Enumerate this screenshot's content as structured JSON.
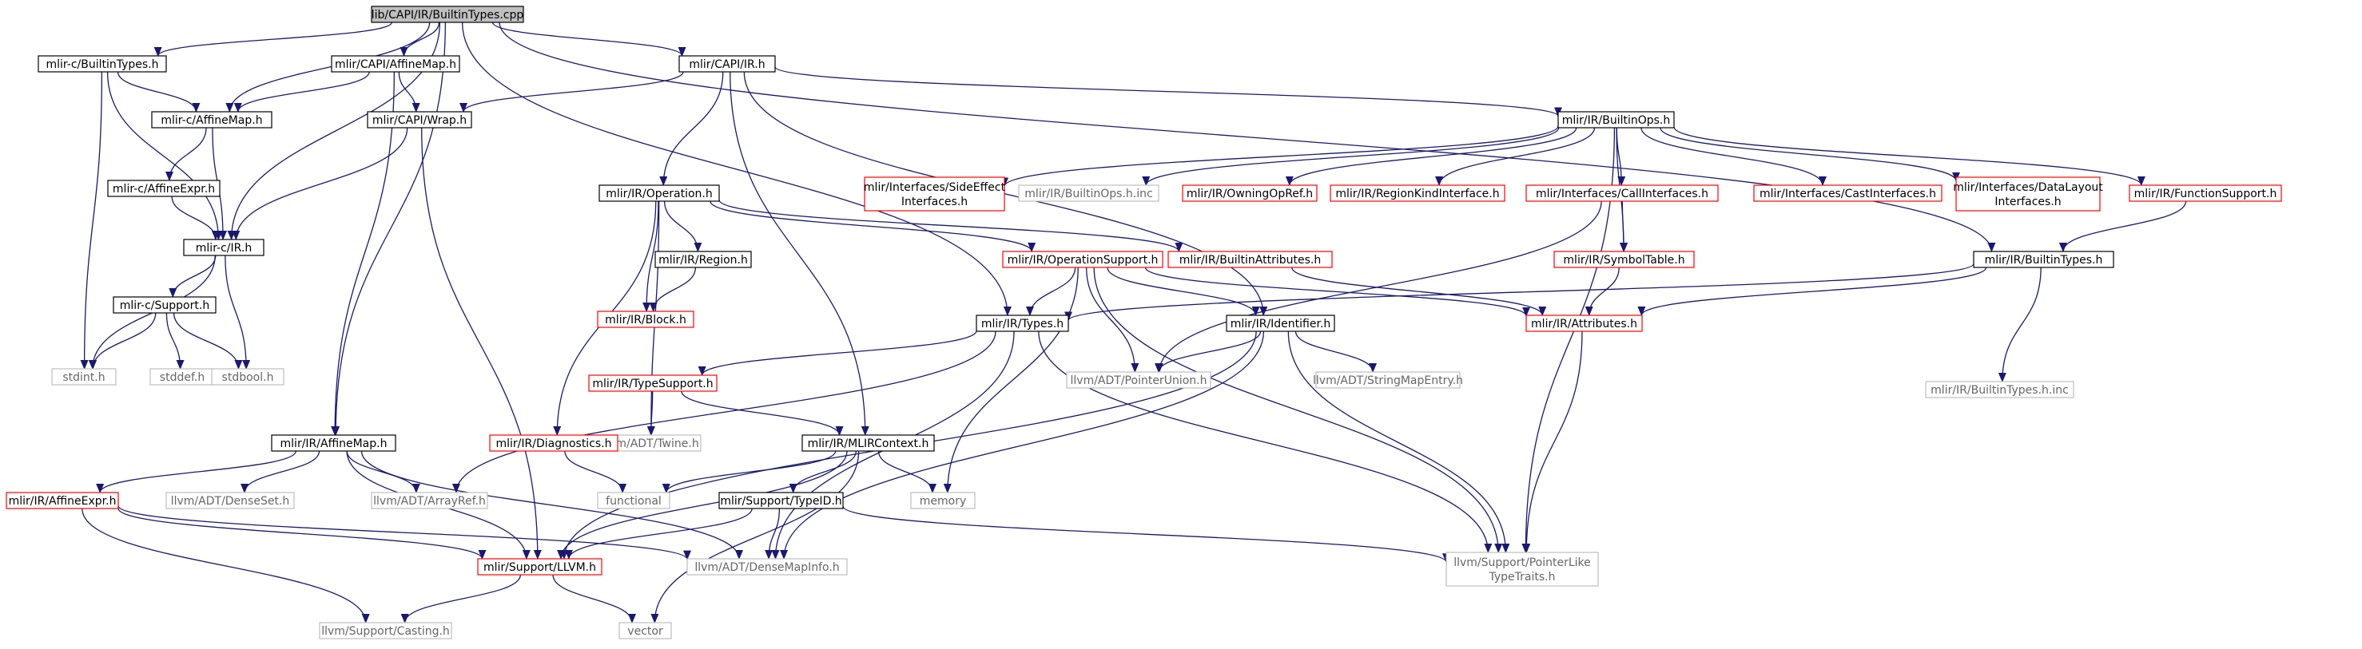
{
  "nodes": [
    {
      "id": "root",
      "lines": [
        "lib/CAPI/IR/BuiltinTypes.cpp"
      ],
      "kind": "root"
    },
    {
      "id": "c_builtintypes",
      "lines": [
        "mlir-c/BuiltinTypes.h"
      ],
      "kind": "normal"
    },
    {
      "id": "capi_affinemap",
      "lines": [
        "mlir/CAPI/AffineMap.h"
      ],
      "kind": "normal"
    },
    {
      "id": "capi_ir",
      "lines": [
        "mlir/CAPI/IR.h"
      ],
      "kind": "normal"
    },
    {
      "id": "c_affinemap",
      "lines": [
        "mlir-c/AffineMap.h"
      ],
      "kind": "normal"
    },
    {
      "id": "capi_wrap",
      "lines": [
        "mlir/CAPI/Wrap.h"
      ],
      "kind": "normal"
    },
    {
      "id": "c_affineexpr",
      "lines": [
        "mlir-c/AffineExpr.h"
      ],
      "kind": "normal"
    },
    {
      "id": "c_ir",
      "lines": [
        "mlir-c/IR.h"
      ],
      "kind": "normal"
    },
    {
      "id": "c_support",
      "lines": [
        "mlir-c/Support.h"
      ],
      "kind": "normal"
    },
    {
      "id": "stdint",
      "lines": [
        "stdint.h"
      ],
      "kind": "external"
    },
    {
      "id": "stddef",
      "lines": [
        "stddef.h"
      ],
      "kind": "external"
    },
    {
      "id": "stdbool",
      "lines": [
        "stdbool.h"
      ],
      "kind": "external"
    },
    {
      "id": "builtinops",
      "lines": [
        "mlir/IR/BuiltinOps.h"
      ],
      "kind": "normal"
    },
    {
      "id": "sideeffect",
      "lines": [
        "mlir/Interfaces/SideEffect",
        "Interfaces.h"
      ],
      "kind": "truncated"
    },
    {
      "id": "builtinops_inc",
      "lines": [
        "mlir/IR/BuiltinOps.h.inc"
      ],
      "kind": "external"
    },
    {
      "id": "owningopref",
      "lines": [
        "mlir/IR/OwningOpRef.h"
      ],
      "kind": "truncated"
    },
    {
      "id": "regionkind",
      "lines": [
        "mlir/IR/RegionKindInterface.h"
      ],
      "kind": "truncated"
    },
    {
      "id": "callinterfaces",
      "lines": [
        "mlir/Interfaces/CallInterfaces.h"
      ],
      "kind": "truncated"
    },
    {
      "id": "castinterfaces",
      "lines": [
        "mlir/Interfaces/CastInterfaces.h"
      ],
      "kind": "truncated"
    },
    {
      "id": "datalayout",
      "lines": [
        "mlir/Interfaces/DataLayout",
        "Interfaces.h"
      ],
      "kind": "truncated"
    },
    {
      "id": "functionsupport",
      "lines": [
        "mlir/IR/FunctionSupport.h"
      ],
      "kind": "truncated"
    },
    {
      "id": "operation",
      "lines": [
        "mlir/IR/Operation.h"
      ],
      "kind": "normal"
    },
    {
      "id": "region",
      "lines": [
        "mlir/IR/Region.h"
      ],
      "kind": "normal"
    },
    {
      "id": "block",
      "lines": [
        "mlir/IR/Block.h"
      ],
      "kind": "truncated"
    },
    {
      "id": "opsupport",
      "lines": [
        "mlir/IR/OperationSupport.h"
      ],
      "kind": "truncated"
    },
    {
      "id": "builtinattrs",
      "lines": [
        "mlir/IR/BuiltinAttributes.h"
      ],
      "kind": "truncated"
    },
    {
      "id": "symboltable",
      "lines": [
        "mlir/IR/SymbolTable.h"
      ],
      "kind": "truncated"
    },
    {
      "id": "builtintypes",
      "lines": [
        "mlir/IR/BuiltinTypes.h"
      ],
      "kind": "normal"
    },
    {
      "id": "types",
      "lines": [
        "mlir/IR/Types.h"
      ],
      "kind": "normal"
    },
    {
      "id": "identifier",
      "lines": [
        "mlir/IR/Identifier.h"
      ],
      "kind": "normal"
    },
    {
      "id": "attributes",
      "lines": [
        "mlir/IR/Attributes.h"
      ],
      "kind": "truncated"
    },
    {
      "id": "builtintypes_inc",
      "lines": [
        "mlir/IR/BuiltinTypes.h.inc"
      ],
      "kind": "external"
    },
    {
      "id": "pointerunion",
      "lines": [
        "llvm/ADT/PointerUnion.h"
      ],
      "kind": "external"
    },
    {
      "id": "stringmapentry",
      "lines": [
        "llvm/ADT/StringMapEntry.h"
      ],
      "kind": "external"
    },
    {
      "id": "typesupport",
      "lines": [
        "mlir/IR/TypeSupport.h"
      ],
      "kind": "truncated"
    },
    {
      "id": "twine",
      "lines": [
        "llvm/ADT/Twine.h"
      ],
      "kind": "external"
    },
    {
      "id": "diagnostics",
      "lines": [
        "mlir/IR/Diagnostics.h"
      ],
      "kind": "truncated"
    },
    {
      "id": "mlircontext",
      "lines": [
        "mlir/IR/MLIRContext.h"
      ],
      "kind": "normal"
    },
    {
      "id": "ir_affinemap",
      "lines": [
        "mlir/IR/AffineMap.h"
      ],
      "kind": "normal"
    },
    {
      "id": "affineexpr",
      "lines": [
        "mlir/IR/AffineExpr.h"
      ],
      "kind": "truncated"
    },
    {
      "id": "denseset",
      "lines": [
        "llvm/ADT/DenseSet.h"
      ],
      "kind": "external"
    },
    {
      "id": "arrayref",
      "lines": [
        "llvm/ADT/ArrayRef.h"
      ],
      "kind": "external"
    },
    {
      "id": "functional",
      "lines": [
        "functional"
      ],
      "kind": "external"
    },
    {
      "id": "typeid",
      "lines": [
        "mlir/Support/TypeID.h"
      ],
      "kind": "normal"
    },
    {
      "id": "memory",
      "lines": [
        "memory"
      ],
      "kind": "external"
    },
    {
      "id": "support_llvm",
      "lines": [
        "mlir/Support/LLVM.h"
      ],
      "kind": "truncated"
    },
    {
      "id": "densemapinfo",
      "lines": [
        "llvm/ADT/DenseMapInfo.h"
      ],
      "kind": "external"
    },
    {
      "id": "pointerlike",
      "lines": [
        "llvm/Support/PointerLike",
        "TypeTraits.h"
      ],
      "kind": "external"
    },
    {
      "id": "casting",
      "lines": [
        "llvm/Support/Casting.h"
      ],
      "kind": "external"
    },
    {
      "id": "vector",
      "lines": [
        "vector"
      ],
      "kind": "external"
    }
  ],
  "edges": [
    [
      "root",
      "c_builtintypes"
    ],
    [
      "root",
      "c_affinemap"
    ],
    [
      "root",
      "capi_affinemap"
    ],
    [
      "root",
      "c_ir"
    ],
    [
      "root",
      "capi_ir"
    ],
    [
      "root",
      "ir_affinemap"
    ],
    [
      "root",
      "types"
    ],
    [
      "root",
      "builtintypes"
    ],
    [
      "c_builtintypes",
      "c_affinemap"
    ],
    [
      "c_builtintypes",
      "c_ir"
    ],
    [
      "c_builtintypes",
      "stdint"
    ],
    [
      "capi_affinemap",
      "c_affinemap"
    ],
    [
      "capi_affinemap",
      "capi_wrap"
    ],
    [
      "capi_affinemap",
      "ir_affinemap"
    ],
    [
      "capi_ir",
      "capi_wrap"
    ],
    [
      "capi_ir",
      "builtinops"
    ],
    [
      "capi_ir",
      "operation"
    ],
    [
      "capi_ir",
      "identifier"
    ],
    [
      "capi_ir",
      "mlircontext"
    ],
    [
      "c_affinemap",
      "c_affineexpr"
    ],
    [
      "c_affinemap",
      "c_ir"
    ],
    [
      "c_affineexpr",
      "c_ir"
    ],
    [
      "capi_wrap",
      "c_ir"
    ],
    [
      "capi_wrap",
      "support_llvm"
    ],
    [
      "c_ir",
      "c_support"
    ],
    [
      "c_ir",
      "stdint"
    ],
    [
      "c_ir",
      "stdbool"
    ],
    [
      "c_support",
      "stdint"
    ],
    [
      "c_support",
      "stddef"
    ],
    [
      "c_support",
      "stdbool"
    ],
    [
      "builtinops",
      "sideeffect"
    ],
    [
      "builtinops",
      "builtinops_inc"
    ],
    [
      "builtinops",
      "owningopref"
    ],
    [
      "builtinops",
      "regionkind"
    ],
    [
      "builtinops",
      "callinterfaces"
    ],
    [
      "builtinops",
      "castinterfaces"
    ],
    [
      "builtinops",
      "datalayout"
    ],
    [
      "builtinops",
      "functionsupport"
    ],
    [
      "builtinops",
      "symboltable"
    ],
    [
      "builtinops",
      "pointerlike"
    ],
    [
      "functionsupport",
      "builtintypes"
    ],
    [
      "callinterfaces",
      "symboltable"
    ],
    [
      "callinterfaces",
      "pointerunion"
    ],
    [
      "operation",
      "region"
    ],
    [
      "operation",
      "block"
    ],
    [
      "operation",
      "opsupport"
    ],
    [
      "operation",
      "builtinattrs"
    ],
    [
      "operation",
      "diagnostics"
    ],
    [
      "operation",
      "twine"
    ],
    [
      "region",
      "block"
    ],
    [
      "opsupport",
      "types"
    ],
    [
      "opsupport",
      "identifier"
    ],
    [
      "opsupport",
      "attributes"
    ],
    [
      "opsupport",
      "pointerunion"
    ],
    [
      "opsupport",
      "memory"
    ],
    [
      "opsupport",
      "pointerlike"
    ],
    [
      "builtinattrs",
      "attributes"
    ],
    [
      "symboltable",
      "attributes"
    ],
    [
      "builtintypes",
      "types"
    ],
    [
      "builtintypes",
      "attributes"
    ],
    [
      "builtintypes",
      "builtintypes_inc"
    ],
    [
      "types",
      "typesupport"
    ],
    [
      "types",
      "arrayref"
    ],
    [
      "types",
      "densemapinfo"
    ],
    [
      "types",
      "pointerlike"
    ],
    [
      "identifier",
      "pointerunion"
    ],
    [
      "identifier",
      "stringmapentry"
    ],
    [
      "identifier",
      "support_llvm"
    ],
    [
      "identifier",
      "densemapinfo"
    ],
    [
      "identifier",
      "pointerlike"
    ],
    [
      "attributes",
      "pointerlike"
    ],
    [
      "typesupport",
      "twine"
    ],
    [
      "typesupport",
      "mlircontext"
    ],
    [
      "diagnostics",
      "functional"
    ],
    [
      "mlircontext",
      "functional"
    ],
    [
      "mlircontext",
      "typeid"
    ],
    [
      "mlircontext",
      "memory"
    ],
    [
      "mlircontext",
      "support_llvm"
    ],
    [
      "mlircontext",
      "vector"
    ],
    [
      "ir_affinemap",
      "affineexpr"
    ],
    [
      "ir_affinemap",
      "denseset"
    ],
    [
      "ir_affinemap",
      "arrayref"
    ],
    [
      "ir_affinemap",
      "support_llvm"
    ],
    [
      "ir_affinemap",
      "densemapinfo"
    ],
    [
      "affineexpr",
      "support_llvm"
    ],
    [
      "affineexpr",
      "densemapinfo"
    ],
    [
      "affineexpr",
      "casting"
    ],
    [
      "typeid",
      "support_llvm"
    ],
    [
      "typeid",
      "densemapinfo"
    ],
    [
      "typeid",
      "pointerlike"
    ],
    [
      "support_llvm",
      "casting"
    ],
    [
      "support_llvm",
      "vector"
    ]
  ],
  "colors": {
    "edge": "#191970",
    "border_normal": "#000000",
    "border_truncated": "#ff0000",
    "border_external": "#bfbfbf",
    "root_fill": "#bfbfbf",
    "text_normal": "#000000",
    "text_external": "#666666"
  }
}
